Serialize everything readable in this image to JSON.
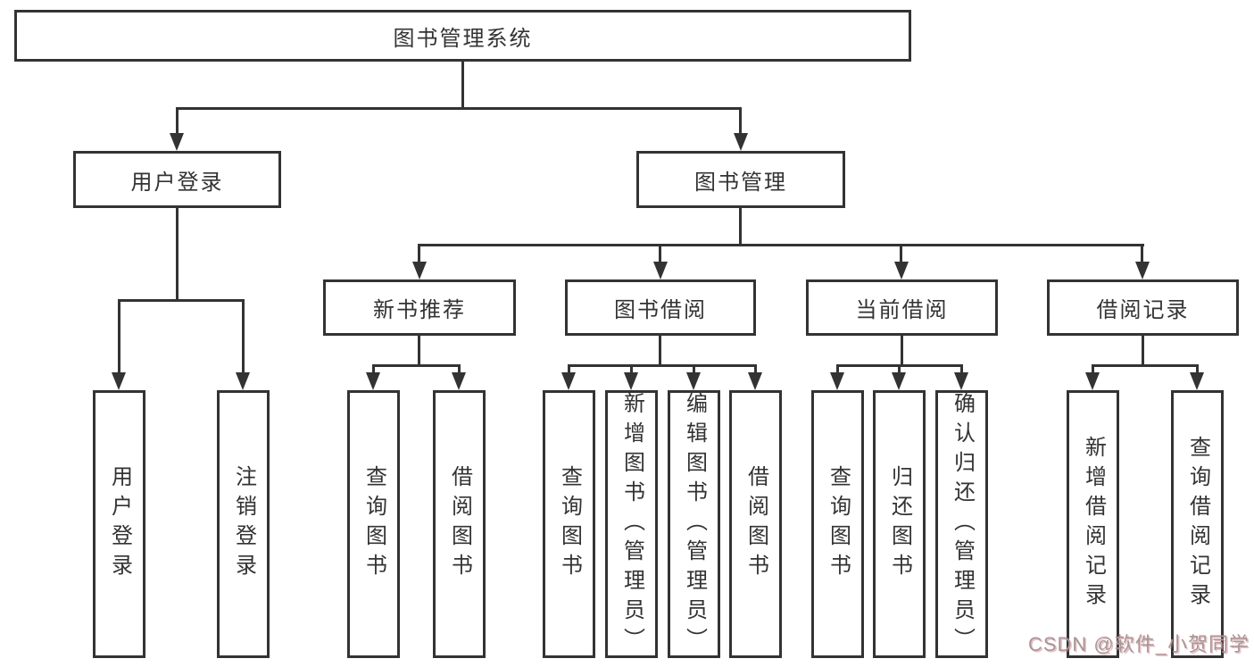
{
  "diagram": {
    "root": {
      "label": "图书管理系统"
    },
    "level2": [
      {
        "label": "用户登录"
      },
      {
        "label": "图书管理"
      }
    ],
    "level3": [
      {
        "label": "新书推荐",
        "parent": "图书管理"
      },
      {
        "label": "图书借阅",
        "parent": "图书管理"
      },
      {
        "label": "当前借阅",
        "parent": "图书管理"
      },
      {
        "label": "借阅记录",
        "parent": "图书管理"
      }
    ],
    "leaves": [
      {
        "label": "用户登录",
        "parent": "用户登录"
      },
      {
        "label": "注销登录",
        "parent": "用户登录"
      },
      {
        "label": "查询图书",
        "parent": "新书推荐"
      },
      {
        "label": "借阅图书",
        "parent": "新书推荐"
      },
      {
        "label": "查询图书",
        "parent": "图书借阅"
      },
      {
        "label": "新增图书（管理员）",
        "parent": "图书借阅"
      },
      {
        "label": "编辑图书（管理员）",
        "parent": "图书借阅"
      },
      {
        "label": "借阅图书",
        "parent": "图书借阅"
      },
      {
        "label": "查询图书",
        "parent": "当前借阅"
      },
      {
        "label": "归还图书",
        "parent": "当前借阅"
      },
      {
        "label": "确认归还（管理员）",
        "parent": "当前借阅"
      },
      {
        "label": "新增借阅记录",
        "parent": "借阅记录"
      },
      {
        "label": "查询借阅记录",
        "parent": "借阅记录"
      }
    ]
  },
  "watermark": {
    "text": "CSDN @软件_小贺同学"
  },
  "colors": {
    "line": "#333333",
    "text": "#333333",
    "background": "#ffffff",
    "watermark_gray": "#a39898",
    "watermark_red": "#d86c76"
  }
}
